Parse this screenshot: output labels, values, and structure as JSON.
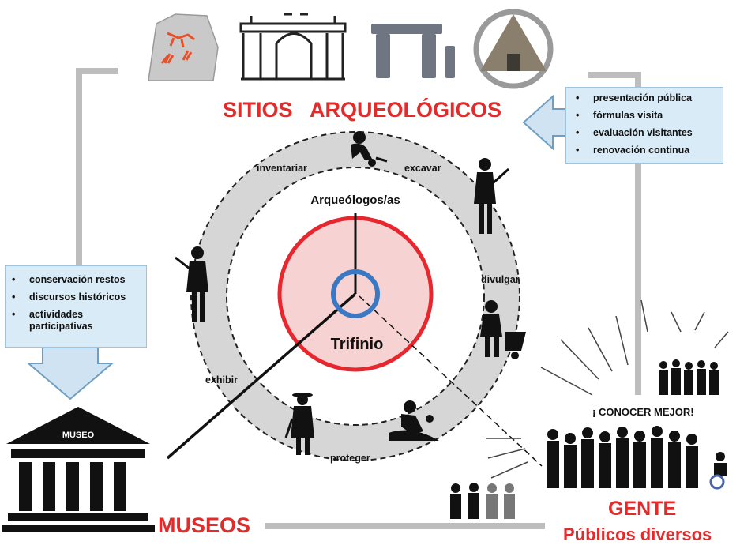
{
  "titles": {
    "sitios": "SITIOS   ARQUEOLÓGICOS",
    "museos": "MUSEOS",
    "gente": "GENTE",
    "publicos": "Públicos diversos"
  },
  "center": {
    "label": "Trifinio",
    "inner_ring_label": "Arqueólogos/as"
  },
  "verbs": {
    "inventariar": "inventariar",
    "excavar": "excavar",
    "divulgar": "divulgar",
    "proteger": "proteger",
    "exhibir": "exhibir"
  },
  "right_box": {
    "items": [
      "presentación pública",
      "fórmulas visita",
      "evaluación visitantes",
      "renovación continua"
    ]
  },
  "left_box": {
    "items": [
      "conservación restos",
      "discursos históricos",
      "actividades participativas"
    ]
  },
  "museum_label": "MUSEO",
  "conocer": "¡ CONOCER MEJOR!",
  "colors": {
    "title_red": "#e32b2b",
    "ring_gray": "#d6d6d6",
    "center_pink": "#f7d2d2",
    "center_red": "#e8262e",
    "core_blue": "#3b78c3",
    "box_blue": "#d9ebf6",
    "arrow_blue": "#cfe3f2",
    "connector_gray": "#bdbdbd"
  }
}
